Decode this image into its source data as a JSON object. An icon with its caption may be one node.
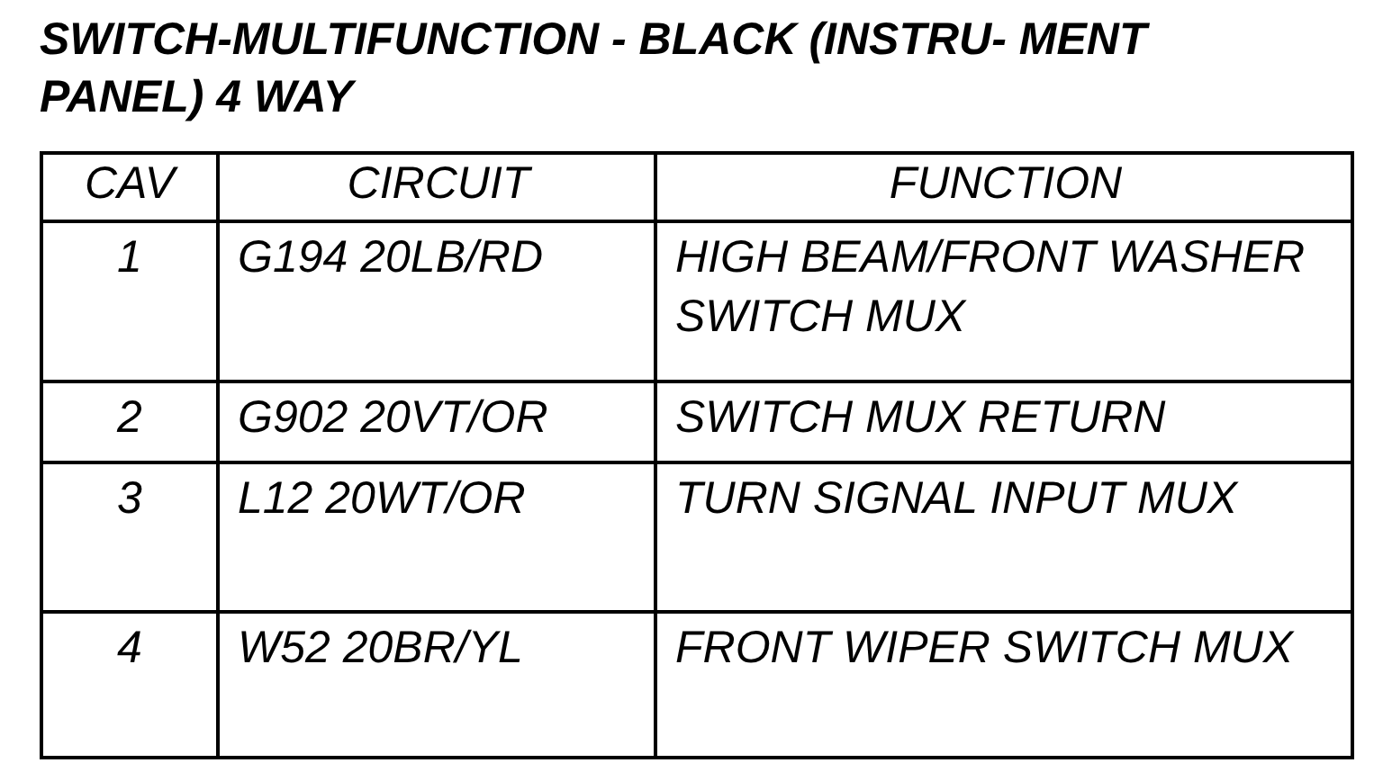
{
  "diagram": {
    "title": "SWITCH-MULTIFUNCTION - BLACK (INSTRU- MENT PANEL) 4 WAY",
    "labels": [
      "CAV",
      "CIRCUIT",
      "FUNCTION",
      "1",
      "G194 20LB/RD",
      "HIGH BEAM/FRONT WASHER SWITCH MUX",
      "2",
      "G902 20VT/OR",
      "SWITCH MUX RETURN",
      "3",
      "L12 20WT/OR",
      "TURN SIGNAL INPUT MUX",
      "4",
      "W52 20BR/YL",
      "FRONT WIPER SWITCH MUX"
    ]
  }
}
